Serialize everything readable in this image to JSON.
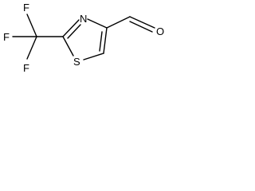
{
  "molecule": {
    "atoms": {
      "f_top": "F",
      "f_left": "F",
      "f_bottom": "F",
      "nitrogen": "N",
      "sulfur": "S",
      "oxygen": "O"
    }
  },
  "colors": {
    "background": "#ffffff",
    "ink": "#000000"
  }
}
